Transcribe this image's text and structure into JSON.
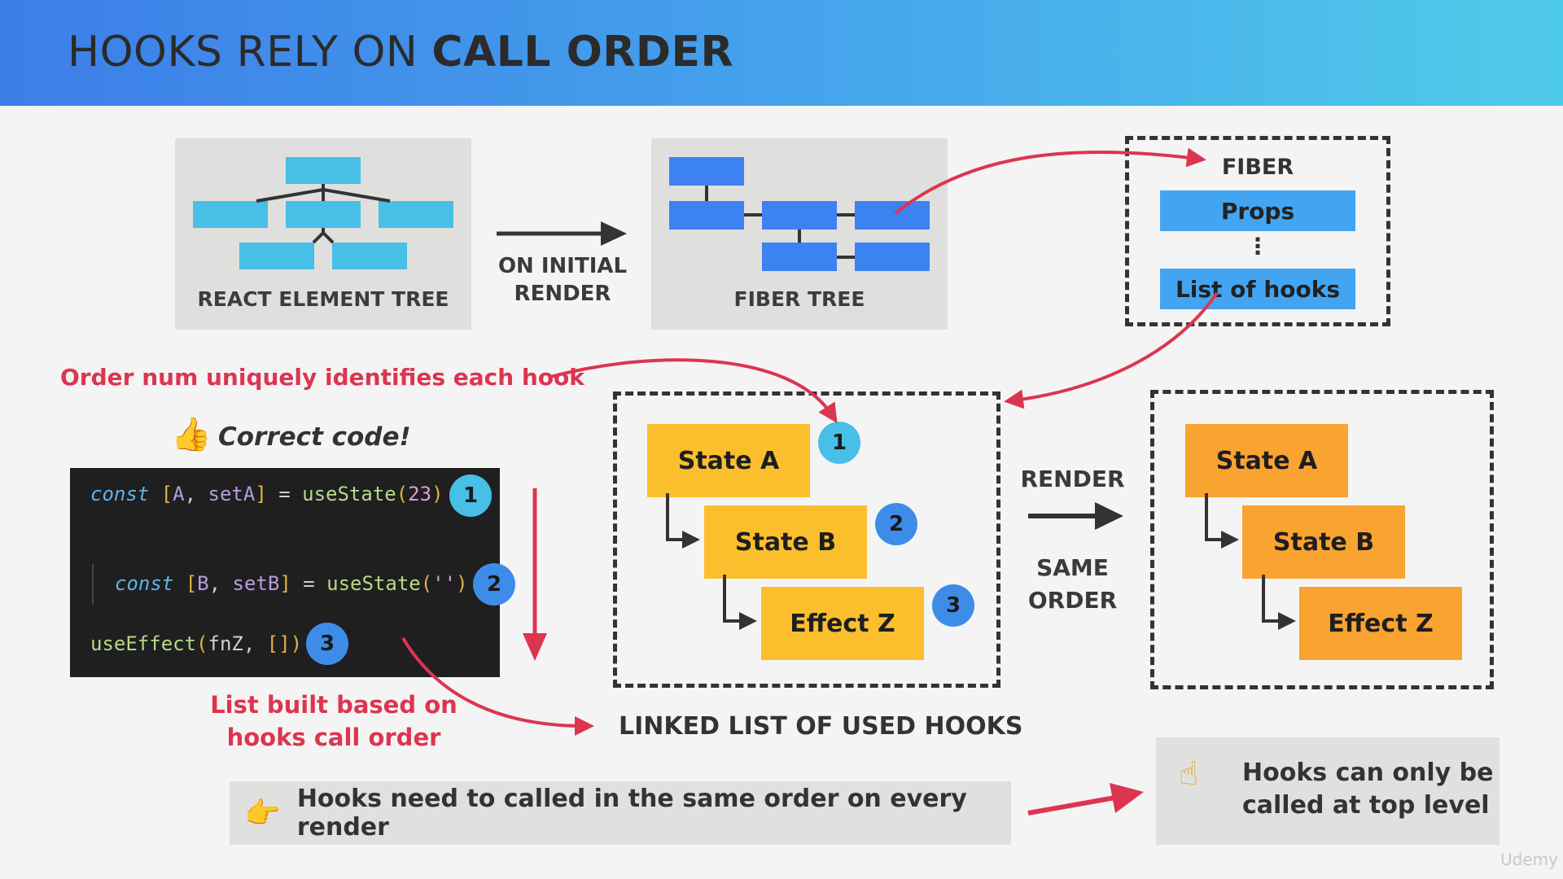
{
  "header": {
    "title_normal": "HOOKS RELY ON ",
    "title_bold": "CALL ORDER"
  },
  "trees": {
    "react_element_tree": "REACT ELEMENT TREE",
    "fiber_tree": "FIBER TREE",
    "initial_render_line1": "ON INITIAL",
    "initial_render_line2": "RENDER"
  },
  "fiber": {
    "title": "FIBER",
    "props": "Props",
    "dots": "⋮",
    "list_of_hooks": "List of hooks"
  },
  "annotations": {
    "order_num": "Order num uniquely identifies each hook",
    "correct_code": "Correct code!",
    "list_built_line1": "List built based on",
    "list_built_line2_pre": "hooks ",
    "list_built_line2_bold": "call order",
    "linked_list": "LINKED LIST OF USED HOOKS",
    "render": "RENDER",
    "same_order_line1": "SAME",
    "same_order_line2": "ORDER"
  },
  "code": {
    "line1": {
      "kw": "const",
      "lb": "[",
      "v1": "A",
      "comma": ", ",
      "v2": "setA",
      "rb": "]",
      "eq": " = ",
      "fn": "useState",
      "lp": "(",
      "arg": "23",
      "rp": ")"
    },
    "line2": {
      "kw": "const",
      "lb": "[",
      "v1": "B",
      "comma": ", ",
      "v2": "setB",
      "rb": "]",
      "eq": " = ",
      "fn": "useState",
      "lp": "(",
      "arg": "''",
      "rp": ")"
    },
    "line3": {
      "fn": "useEffect",
      "lp": "(",
      "a1": "fnZ",
      "comma": ", ",
      "a2": "[]",
      "rp": ")"
    }
  },
  "badges": [
    "1",
    "2",
    "3"
  ],
  "hooks_left": [
    "State A",
    "State B",
    "Effect Z"
  ],
  "hooks_right": [
    "State A",
    "State B",
    "Effect Z"
  ],
  "bottom": {
    "same_order_rule": "Hooks need to called in the same order on every render",
    "top_level_line1": "Hooks can only be",
    "top_level_line2": "called at top level"
  },
  "icons": {
    "thumbs_up": "👍",
    "pointing_right": "👉",
    "pointing_up": "☝"
  },
  "watermark": "Udemy",
  "colors": {
    "accent_red": "#dc3550",
    "cyan": "#48bfe6",
    "blue": "#3c82f0",
    "yellow": "#fbbf2e",
    "orange": "#f9a331"
  }
}
